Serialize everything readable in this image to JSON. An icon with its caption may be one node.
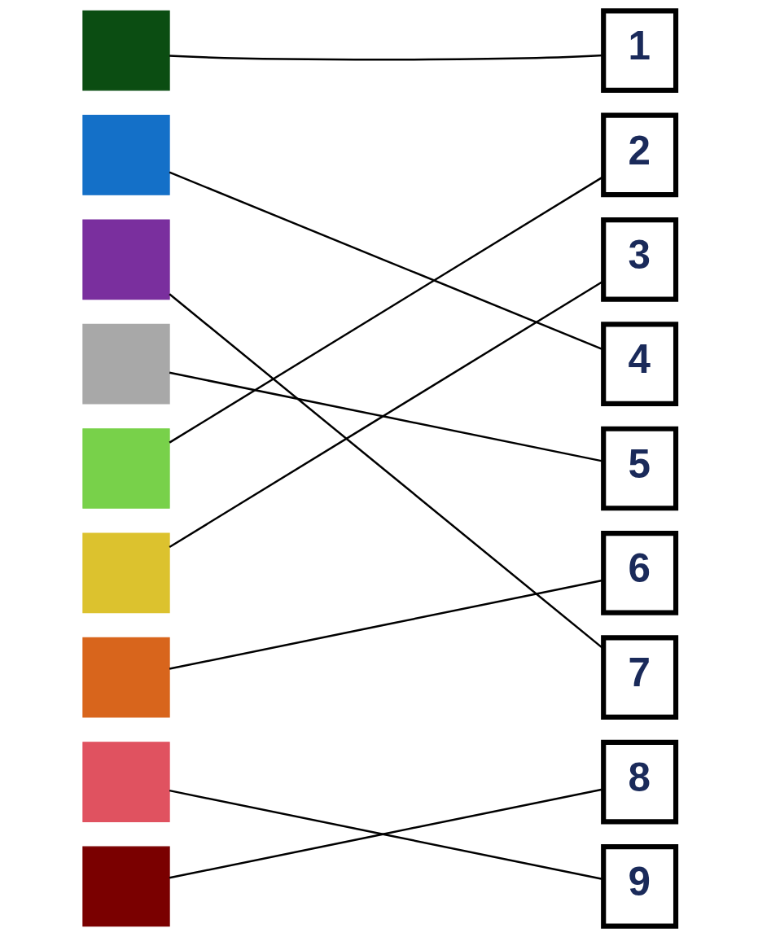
{
  "diagram": {
    "nodes": [
      {
        "text": [],
        "shape": "box"
      },
      {
        "text": [],
        "shape": "box"
      },
      {
        "text": [],
        "shape": "box"
      },
      {
        "text": [],
        "shape": "box"
      },
      {
        "text": [],
        "shape": "box"
      },
      {
        "text": [],
        "shape": "box"
      },
      {
        "text": [],
        "shape": "box"
      },
      {
        "text": [],
        "shape": "box"
      },
      {
        "text": [],
        "shape": "box"
      },
      {
        "text": [
          "1"
        ]
      },
      {
        "text": [
          "2"
        ]
      },
      {
        "text": [
          "3"
        ]
      },
      {
        "text": [
          "4"
        ]
      },
      {
        "text": [
          "5"
        ]
      },
      {
        "text": [
          "6"
        ]
      },
      {
        "text": [
          "7"
        ]
      },
      {
        "text": [
          "8"
        ]
      },
      {
        "text": [
          "9"
        ]
      }
    ],
    "edges": [
      {
        "from": 0,
        "to": 9,
        "arrow": "none"
      },
      {
        "from": 1,
        "to": 12,
        "arrow": "none"
      },
      {
        "from": 2,
        "to": 15,
        "arrow": "none"
      },
      {
        "from": 3,
        "to": 13,
        "arrow": "none"
      },
      {
        "from": 4,
        "to": 10,
        "arrow": "none"
      },
      {
        "from": 5,
        "to": 11,
        "arrow": "none"
      },
      {
        "from": 6,
        "to": 14,
        "arrow": "none"
      },
      {
        "from": 7,
        "to": 17,
        "arrow": "none"
      },
      {
        "from": 8,
        "to": 16,
        "arrow": "none"
      }
    ]
  }
}
